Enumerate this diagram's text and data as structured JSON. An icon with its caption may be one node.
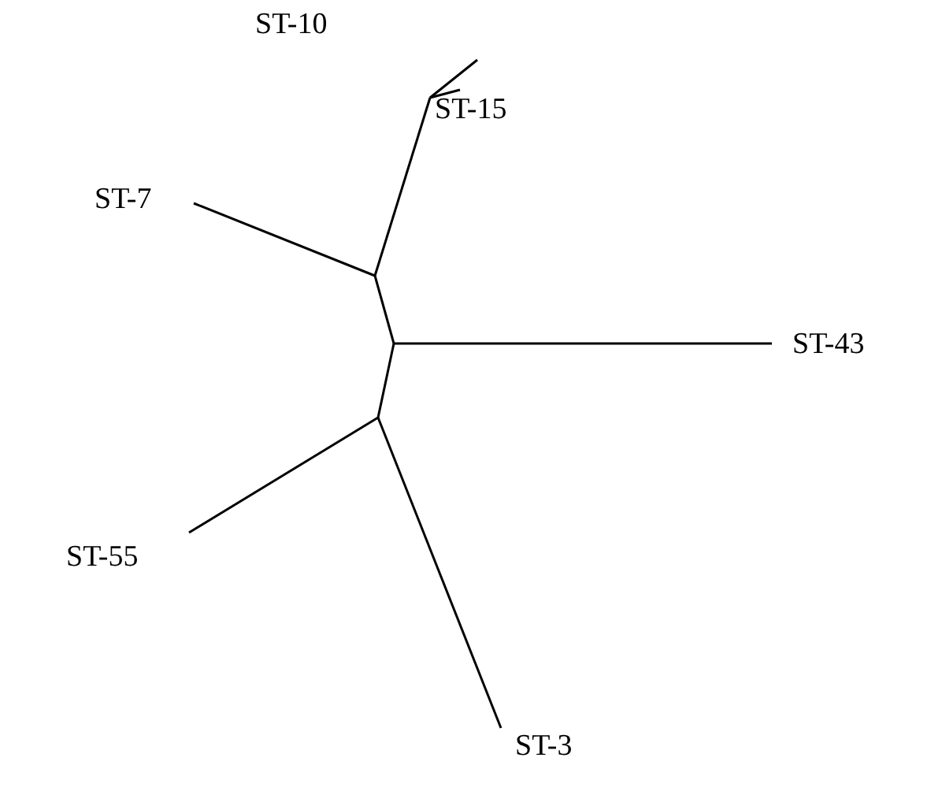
{
  "diagram": {
    "labels": [
      "ST-10",
      "ST-15",
      "ST-7",
      "ST-43",
      "ST-55",
      "ST-3"
    ]
  }
}
